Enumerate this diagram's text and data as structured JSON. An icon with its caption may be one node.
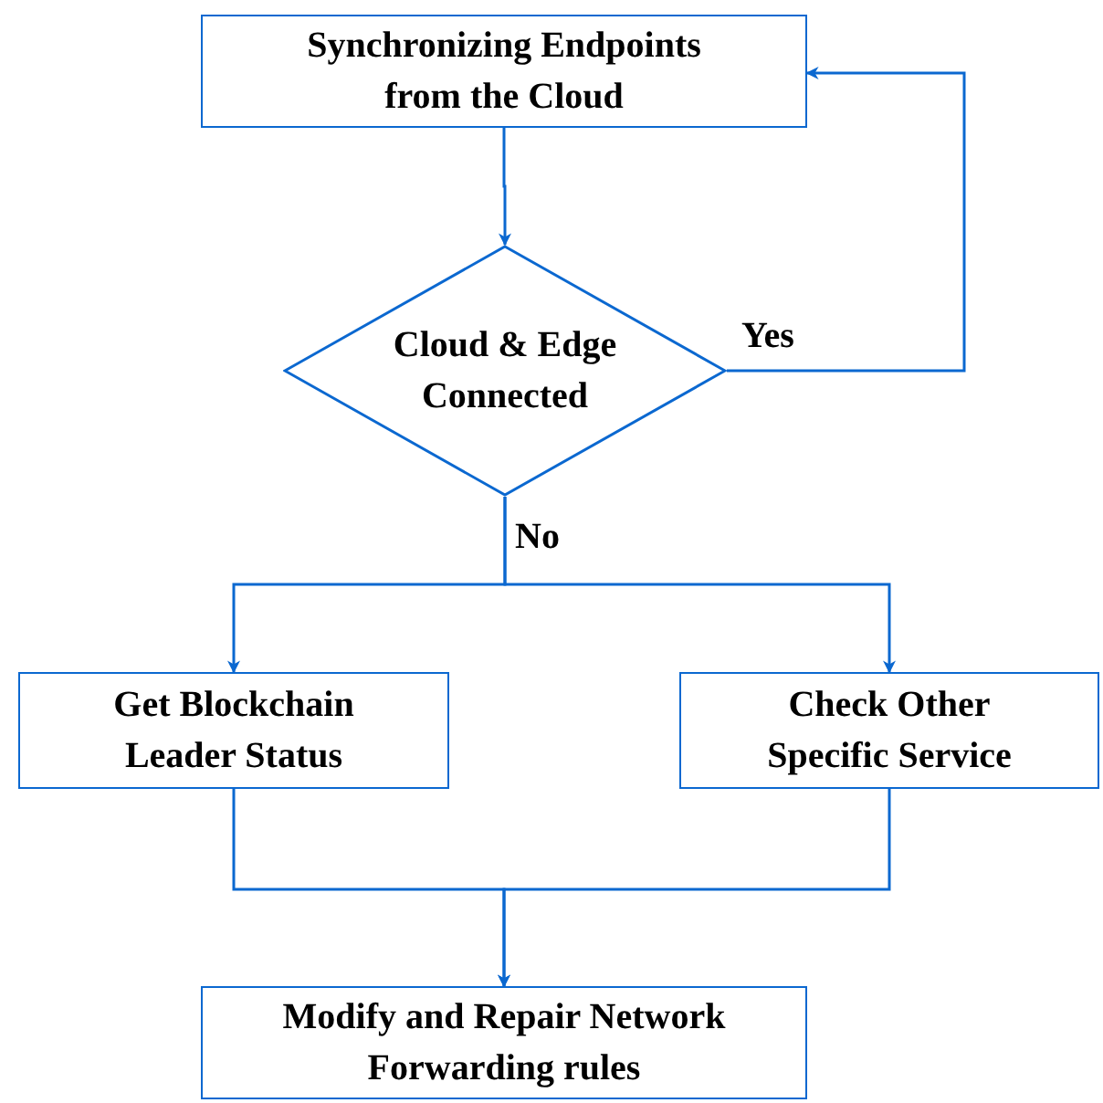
{
  "diagram": {
    "nodes": [
      {
        "text": [
          "Synchronizing Endpoints from the Cloud"
        ]
      },
      {
        "text": [
          "Cloud & Edge Connected"
        ]
      },
      {
        "text": [
          "Get Blockchain Leader Status"
        ]
      },
      {
        "text": [
          "Check Other Specific Service"
        ]
      },
      {
        "text": [
          "Modify and Repair Network Forwarding rules"
        ]
      }
    ],
    "edges": [
      {
        "from": 0,
        "to": 1,
        "arrow": "to"
      },
      {
        "from": 1,
        "to": 0,
        "arrow": "to",
        "label": "Yes"
      },
      {
        "from": 1,
        "to": 2,
        "arrow": "to",
        "label": "No"
      },
      {
        "from": 1,
        "to": 3,
        "arrow": "to"
      },
      {
        "from": 2,
        "to": 4,
        "arrow": "to"
      },
      {
        "from": 3,
        "to": 4,
        "arrow": "to"
      }
    ]
  }
}
